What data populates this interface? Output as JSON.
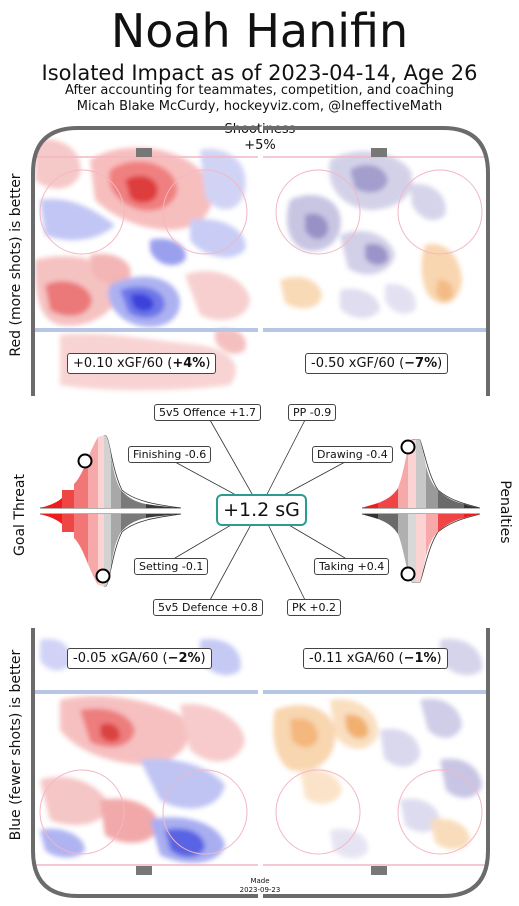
{
  "header": {
    "title": "Noah Hanifin",
    "subtitle": "Isolated Impact as of 2023-04-14, Age 26",
    "note_line1": "After accounting for teammates, competition, and coaching",
    "note_line2": "Micah Blake McCurdy, hockeyviz.com, @IneffectiveMath"
  },
  "shootiness": {
    "label": "Shootiness",
    "value": "+5%"
  },
  "side_labels": {
    "top": "Red (more shots) is better",
    "bottom": "Blue (fewer shots) is better",
    "left": "Goal Threat",
    "right": "Penalties"
  },
  "rink_boxes": {
    "offence_5v5": {
      "text": "+0.10 xGF/60 (",
      "pct": "+4%",
      "tail": ")"
    },
    "pp": {
      "text": "-0.50 xGF/60 (",
      "pct": "−7%",
      "tail": ")"
    },
    "defence_5v5": {
      "text": "-0.05 xGA/60 (",
      "pct": "−2%",
      "tail": ")"
    },
    "pk": {
      "text": "-0.11 xGA/60 (",
      "pct": "−1%",
      "tail": ")"
    }
  },
  "chart_data": {
    "type": "table",
    "total": "+1.2 sG",
    "components": [
      {
        "label": "5v5 Offence",
        "value": 1.7,
        "text": "5v5 Offence +1.7"
      },
      {
        "label": "PP",
        "value": -0.9,
        "text": "PP -0.9"
      },
      {
        "label": "Finishing",
        "value": -0.6,
        "text": "Finishing -0.6"
      },
      {
        "label": "Drawing",
        "value": -0.4,
        "text": "Drawing -0.4"
      },
      {
        "label": "Setting",
        "value": -0.1,
        "text": "Setting -0.1"
      },
      {
        "label": "Taking",
        "value": 0.4,
        "text": "Taking +0.4"
      },
      {
        "label": "5v5 Defence",
        "value": 0.8,
        "text": "5v5 Defence +0.8"
      },
      {
        "label": "PK",
        "value": 0.2,
        "text": "PK +0.2"
      }
    ],
    "rink_impacts": [
      {
        "panel": "5v5 Offence",
        "xg_per60": 0.1,
        "pct": 4
      },
      {
        "panel": "PP",
        "xg_per60": -0.5,
        "pct": -7
      },
      {
        "panel": "5v5 Defence",
        "xg_per60": -0.05,
        "pct": -2
      },
      {
        "panel": "PK",
        "xg_per60": -0.11,
        "pct": -1
      }
    ],
    "distribution_markers": {
      "goal_threat_upper": 0.49,
      "goal_threat_lower": 0.49,
      "penalties_upper": 0.5,
      "penalties_lower": 0.5
    }
  },
  "colors": {
    "rink_border": "#6b6b6b",
    "blue_line": "#b8c6e6",
    "red_line": "#f3b6c4",
    "positive": "#ff3333",
    "negative": "#3333ff",
    "pp_pk_warm": "#f7c98a",
    "pp_pk_cool": "#b7b3d8",
    "total_box": "#2a9d8f"
  },
  "footer": {
    "made_label": "Made",
    "made_date": "2023-09-23"
  }
}
